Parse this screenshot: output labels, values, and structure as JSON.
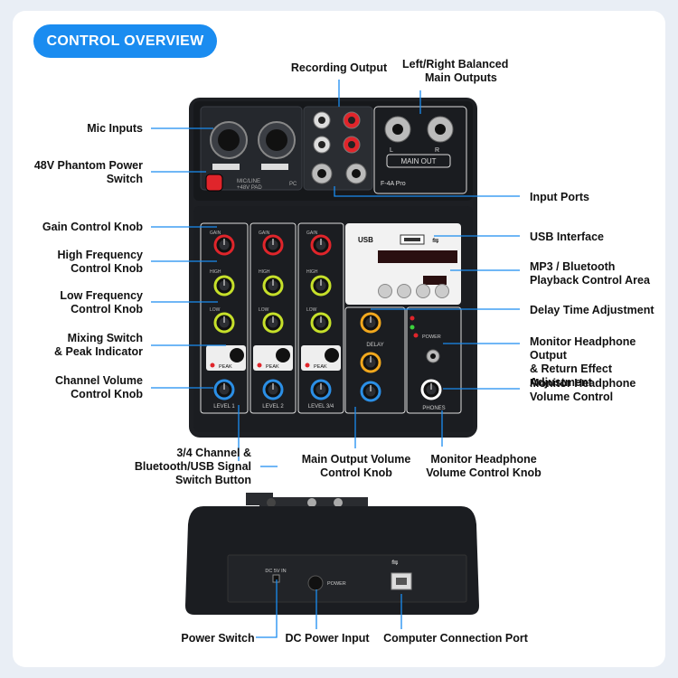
{
  "header": {
    "title": "CONTROL OVERVIEW"
  },
  "callouts": {
    "recording_output": "Recording Output",
    "main_outputs": [
      "Left/Right Balanced",
      "Main Outputs"
    ],
    "mic_inputs": "Mic Inputs",
    "phantom_power": [
      "48V Phantom Power",
      "Switch"
    ],
    "input_ports": "Input Ports",
    "gain_knob": "Gain Control Knob",
    "high_freq": [
      "High Frequency",
      "Control Knob"
    ],
    "usb_interface": "USB Interface",
    "mp3_bt": [
      "MP3 / Bluetooth",
      "Playback Control Area"
    ],
    "low_freq": [
      "Low Frequency",
      "Control Knob"
    ],
    "delay_time": "Delay Time Adjustment",
    "mixing_switch": [
      "Mixing Switch",
      "& Peak Indicator"
    ],
    "monitor_output": [
      "Monitor Headphone Output",
      "& Return Effect Adjustment"
    ],
    "channel_volume": [
      "Channel Volume",
      "Control Knob"
    ],
    "monitor_volume": [
      "Monitor Headphone",
      "Volume Control"
    ],
    "switch_34": [
      "3/4 Channel &",
      "Bluetooth/USB Signal",
      "Switch Button"
    ],
    "main_output_knob": [
      "Main Output Volume",
      "Control Knob"
    ],
    "monitor_volume_knob": [
      "Monitor Headphone",
      "Volume Control Knob"
    ],
    "power_switch": "Power Switch",
    "dc_input": "DC Power Input",
    "computer_port": "Computer Connection Port"
  },
  "device": {
    "main_out": "MAIN OUT",
    "model": "F-4A Pro",
    "usb": "USB",
    "lr": [
      "L",
      "R"
    ],
    "channel_labels": [
      "LEVEL 1",
      "LEVEL 2",
      "LEVEL 3/4"
    ],
    "knob_labels": [
      "GAIN",
      "HIGH",
      "LOW"
    ],
    "peak": "PEAK",
    "delay": "DELAY",
    "phones": "PHONES",
    "power": "POWER",
    "mic_line": "MIC/LINE",
    "pad": "+48V PAD",
    "pc": "PC",
    "dc": "DC 5V IN",
    "power_back": "POWER"
  },
  "colors": {
    "accent": "#1a8cf0",
    "line": "#1a8cf0",
    "knob_red": "#e0252b",
    "knob_green": "#c6e02a",
    "knob_blue": "#2b8fe6",
    "knob_orange": "#f2a81d"
  }
}
